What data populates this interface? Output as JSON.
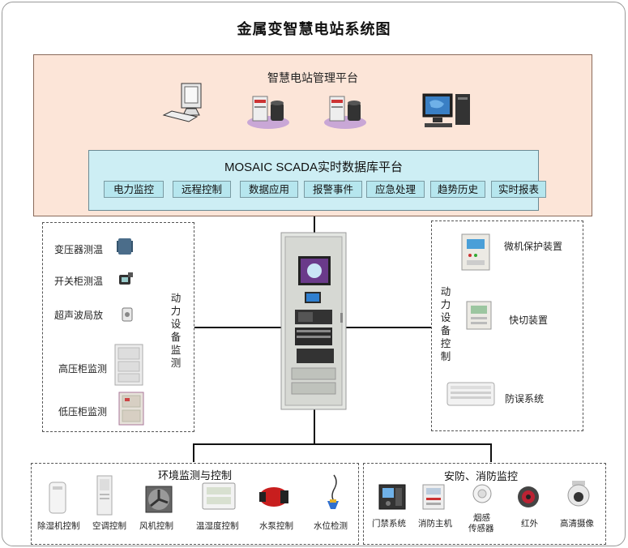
{
  "title": "金属变智慧电站系统图",
  "platform": {
    "title": "智慧电站管理平台",
    "scada_title": "MOSAIC SCADA实时数据库平台",
    "modules": [
      "电力监控",
      "远程控制",
      "数据应用",
      "报警事件",
      "应急处理",
      "趋势历史",
      "实时报表"
    ]
  },
  "left_group": {
    "side_label": "动力设备监测",
    "items": [
      "变压器测温",
      "开关柜测温",
      "超声波局放",
      "高压柜监测",
      "低压柜监测"
    ]
  },
  "right_group": {
    "side_label": "动力设备控制",
    "items": [
      "微机保护装置",
      "快切装置",
      "防误系统"
    ]
  },
  "env_group": {
    "title": "环境监测与控制",
    "items": [
      "除湿机控制",
      "空调控制",
      "风机控制",
      "温湿度控制",
      "水泵控制",
      "水位检测"
    ]
  },
  "security_group": {
    "title": "安防、消防监控",
    "items": [
      "门禁系统",
      "消防主机",
      "烟感传感器",
      "红外",
      "高清摄像"
    ],
    "smoke_line1": "烟感",
    "smoke_line2": "传感器"
  }
}
